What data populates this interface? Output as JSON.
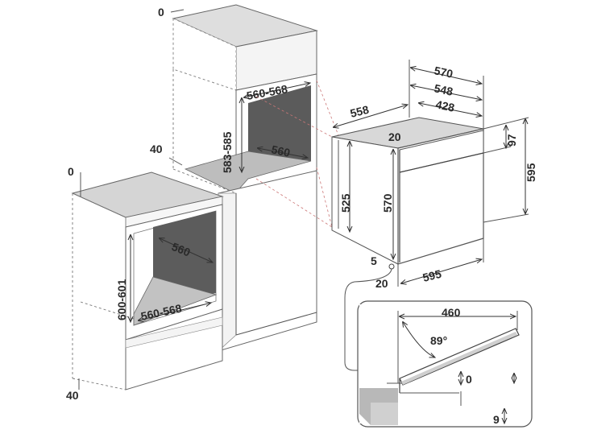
{
  "column_unit": {
    "top_gap": "0",
    "bottom_gap": "40",
    "niche_width": "560-568",
    "niche_depth": "560",
    "niche_height": "583-585"
  },
  "under_counter_unit": {
    "top_gap": "0",
    "bottom_gap": "40",
    "niche_depth": "560",
    "niche_width": "560-568",
    "niche_height": "600-601"
  },
  "oven": {
    "depth_total": "570",
    "depth_548": "548",
    "depth_428": "428",
    "depth_558": "558",
    "top_offset": "20",
    "panel_97": "97",
    "height_595": "595",
    "height_525": "525",
    "height_570": "570",
    "width_595": "595",
    "side_5": "5",
    "side_20": "20"
  },
  "door_detail": {
    "door_depth": "460",
    "angle": "89°",
    "top_gap": "0",
    "bottom_gap": "9"
  }
}
